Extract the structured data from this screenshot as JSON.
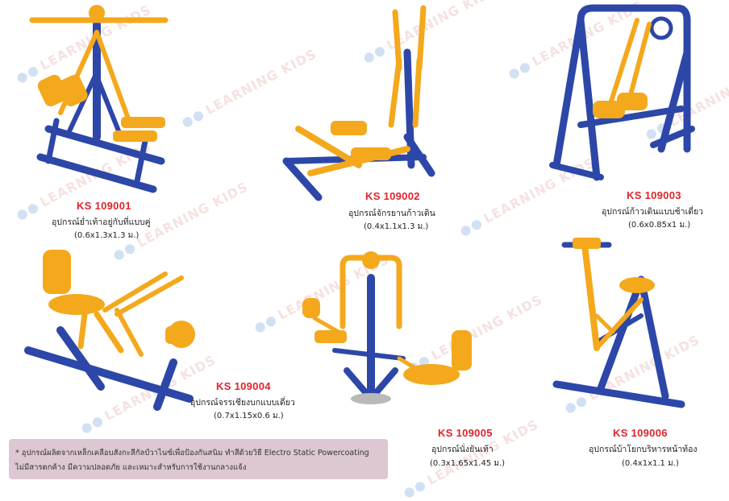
{
  "watermark": "LEARNING KIDS",
  "colors": {
    "frame_blue": "#2c47a8",
    "part_yellow": "#f4a81c",
    "code_red": "#e0242c"
  },
  "products": [
    {
      "code": "KS 109001",
      "name": "อุปกรณ์ย่ำเท้าอยู่กับที่แบบคู่",
      "size": "(0.6x1.3x1.3 ม.)"
    },
    {
      "code": "KS 109002",
      "name": "อุปกรณ์จักรยานก้าวเดิน",
      "size": "(0.4x1.1x1.3 ม.)"
    },
    {
      "code": "KS 109003",
      "name": "อุปกรณ์ก้าวเดินแบบช้าเดี่ยว",
      "size": "(0.6x0.85x1 ม.)"
    },
    {
      "code": "KS 109004",
      "name": "อุปกรณ์จรรเชียงบกแบบเดี่ยว",
      "size": "(0.7x1.15x0.6 ม.)"
    },
    {
      "code": "KS 109005",
      "name": "อุปกรณ์นั่งยันเท้า",
      "size": "(0.3x1.65x1.45 ม.)"
    },
    {
      "code": "KS 109006",
      "name": "อุปกรณ์บ้าโยกบริหารหน้าท้อง",
      "size": "(0.4x1x1.1 ม.)"
    }
  ],
  "note": {
    "line1": "* อุปกรณ์ผลิตจากเหล็กเคลือบสังกะสีกัลป์วาไนซ์เพื่อป้องกันสนิม ทำสีด้วยวิธี Electro Static Powercoating",
    "line2": "ไม่มีสารตกค้าง มีความปลอดภัย และเหมาะสำหรับการใช้งานกลางแจ้ง"
  }
}
